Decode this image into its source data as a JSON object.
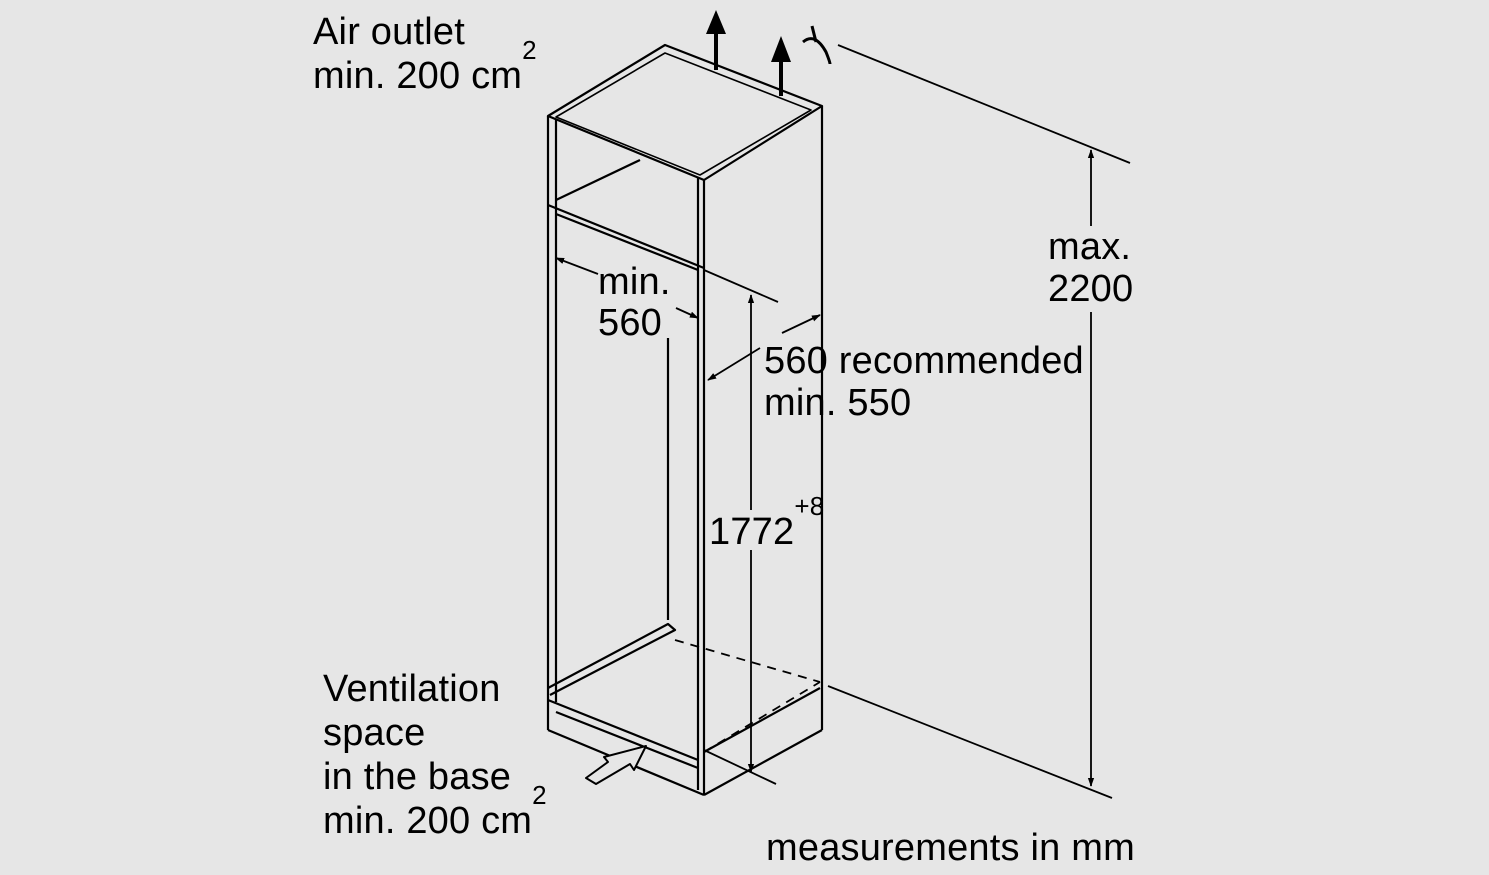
{
  "labels": {
    "air_outlet": {
      "line1": "Air outlet",
      "line2_text": "min. 200 cm",
      "line2_sup": "2"
    },
    "ventilation": {
      "line1": "Ventilation",
      "line2": "space",
      "line3": "in the base",
      "line4_text": "min. 200 cm",
      "line4_sup": "2"
    },
    "width_min": {
      "line1": "min.",
      "line2": "560"
    },
    "depth": {
      "line1": "560 recommended",
      "line2": "min. 550"
    },
    "niche_height": {
      "value": "1772",
      "tolerance": "+8"
    },
    "max_height": {
      "line1": "max.",
      "line2": "2200"
    },
    "footer": "measurements in mm"
  },
  "colors": {
    "background": "#e6e6e6",
    "ink": "#000000",
    "cabinet_fill": "#e6e6e6"
  },
  "icons": [
    "arrow-up-icon",
    "arrow-up-icon",
    "tilt-mark-icon",
    "air-inlet-arrow-icon"
  ]
}
